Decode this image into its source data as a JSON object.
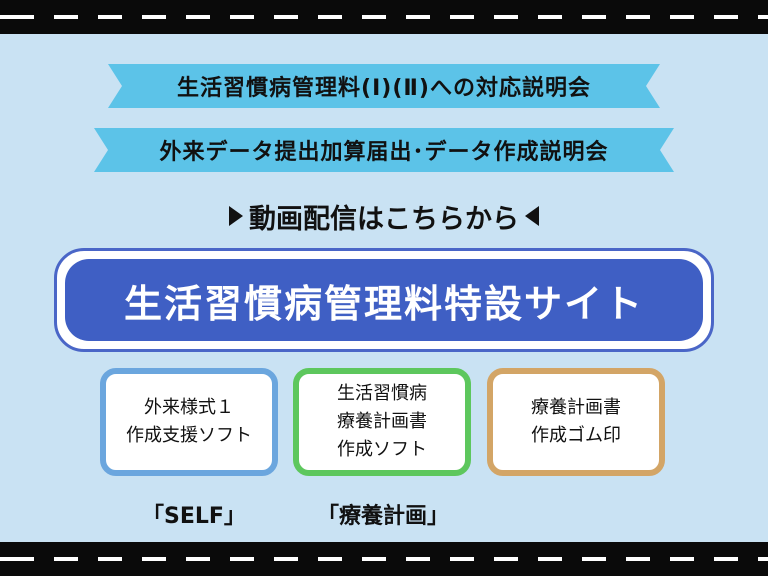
{
  "ribbons": {
    "line1": "生活習慣病管理料(Ⅰ)(Ⅱ)への対応説明会",
    "line2": "外来データ提出加算届出･データ作成説明会"
  },
  "stream_label": "動画配信はこちらから",
  "site_button": "生活習慣病管理料特設サイト",
  "cards": [
    {
      "lines": [
        "外来様式１",
        "作成支援ソフト"
      ]
    },
    {
      "lines": [
        "生活習慣病",
        "療養計画書",
        "作成ソフト"
      ]
    },
    {
      "lines": [
        "療養計画書",
        "作成ゴム印"
      ]
    }
  ],
  "captions": {
    "self": "「SELF」",
    "plan": "「療養計画」"
  },
  "colors": {
    "background": "#c9e2f3",
    "ribbon": "#5cc3e8",
    "site_button": "#3f5fc4",
    "card_self_border": "#6ba6de",
    "card_plan_border": "#5dc75d",
    "card_stamp_border": "#d3a566"
  }
}
